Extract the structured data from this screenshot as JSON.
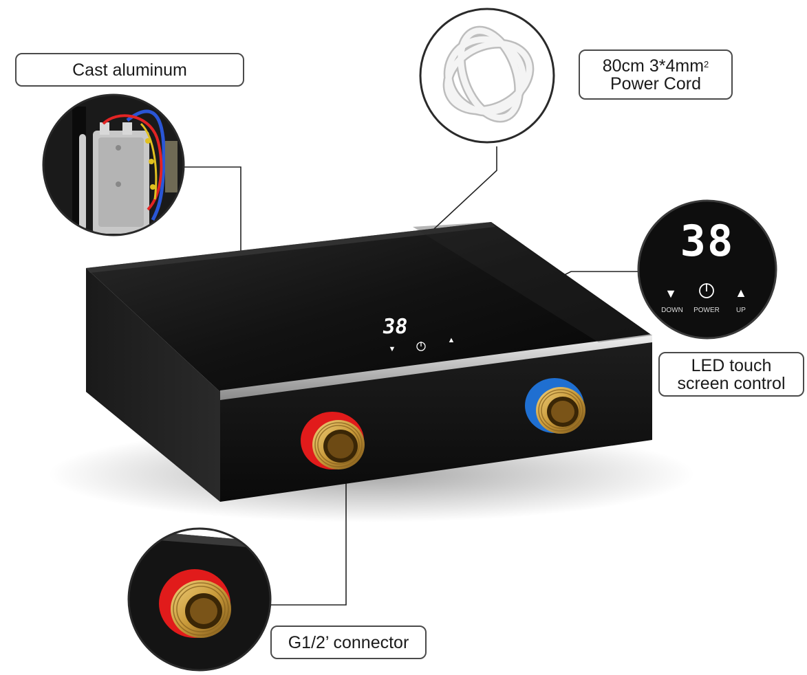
{
  "callouts": {
    "cast_aluminum": "Cast aluminum",
    "power_cord_line1": "80cm 3*4mm",
    "power_cord_sup": "2",
    "power_cord_line2": "Power Cord",
    "led_line1": "LED touch",
    "led_line2": "screen control",
    "connector": "G1/2’ connector"
  },
  "control_panel": {
    "temperature_display": "38",
    "down_label": "DOWN",
    "power_label": "POWER",
    "up_label": "UP"
  },
  "colors": {
    "body": "#0d0d0d",
    "hot_inlet": "#e11b1b",
    "cold_inlet": "#1f6fd1",
    "brass": "#c99a3a",
    "label_border": "#4a4a4a"
  }
}
